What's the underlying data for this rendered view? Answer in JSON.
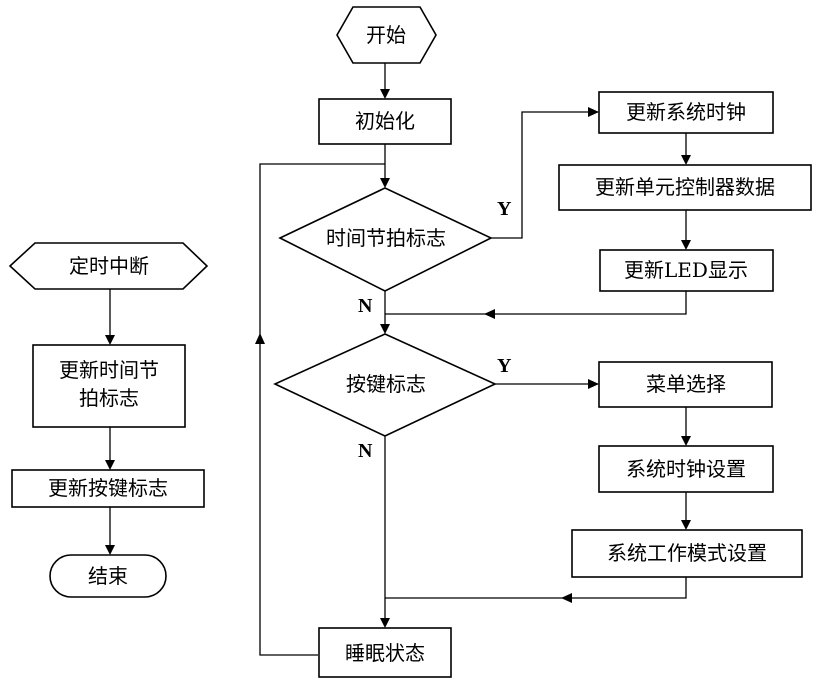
{
  "nodes": {
    "start": "开始",
    "init": "初始化",
    "tick_check": "时间节拍标志",
    "update_clock": "更新系统时钟",
    "update_unit": "更新单元控制器数据",
    "update_led": "更新LED显示",
    "key_check": "按键标志",
    "menu_select": "菜单选择",
    "clock_set": "系统时钟设置",
    "mode_set": "系统工作模式设置",
    "sleep": "睡眠状态",
    "timer_int": "定时中断",
    "update_tick_line1": "更新时间节",
    "update_tick_line2": "拍标志",
    "update_key": "更新按键标志",
    "end": "结束"
  },
  "edge_labels": {
    "tick_yes": "Y",
    "tick_no": "N",
    "key_yes": "Y",
    "key_no": "N"
  }
}
